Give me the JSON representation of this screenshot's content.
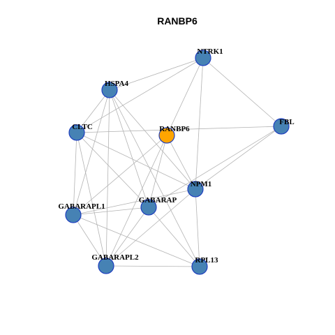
{
  "title": "RANBP6",
  "colors": {
    "node_default": "#4682b4",
    "node_focus": "#ffa500",
    "node_border": "#1f3fbf",
    "edge": "#b3b3b3"
  },
  "network": {
    "focus": "RANBP6",
    "nodes": [
      {
        "id": "NTRK1"
      },
      {
        "id": "HSPA4"
      },
      {
        "id": "CLTC"
      },
      {
        "id": "RANBP6"
      },
      {
        "id": "FBL"
      },
      {
        "id": "NPM1"
      },
      {
        "id": "GABARAP"
      },
      {
        "id": "GABARAPL1"
      },
      {
        "id": "GABARAPL2"
      },
      {
        "id": "RPL13"
      }
    ],
    "edges": [
      [
        "NTRK1",
        "HSPA4"
      ],
      [
        "NTRK1",
        "CLTC"
      ],
      [
        "NTRK1",
        "RANBP6"
      ],
      [
        "NTRK1",
        "FBL"
      ],
      [
        "NTRK1",
        "NPM1"
      ],
      [
        "HSPA4",
        "CLTC"
      ],
      [
        "HSPA4",
        "NPM1"
      ],
      [
        "HSPA4",
        "GABARAP"
      ],
      [
        "HSPA4",
        "GABARAPL1"
      ],
      [
        "HSPA4",
        "GABARAPL2"
      ],
      [
        "HSPA4",
        "RPL13"
      ],
      [
        "CLTC",
        "FBL"
      ],
      [
        "CLTC",
        "NPM1"
      ],
      [
        "CLTC",
        "GABARAP"
      ],
      [
        "CLTC",
        "GABARAPL1"
      ],
      [
        "CLTC",
        "GABARAPL2"
      ],
      [
        "RANBP6",
        "GABARAPL1"
      ],
      [
        "RANBP6",
        "GABARAP"
      ],
      [
        "RANBP6",
        "GABARAPL2"
      ],
      [
        "RANBP6",
        "NPM1"
      ],
      [
        "FBL",
        "NPM1"
      ],
      [
        "FBL",
        "GABARAP"
      ],
      [
        "NPM1",
        "GABARAPL1"
      ],
      [
        "NPM1",
        "GABARAPL2"
      ],
      [
        "NPM1",
        "RPL13"
      ],
      [
        "GABARAP",
        "GABARAPL1"
      ],
      [
        "GABARAP",
        "RPL13"
      ],
      [
        "GABARAPL1",
        "GABARAPL2"
      ],
      [
        "GABARAPL1",
        "RPL13"
      ],
      [
        "GABARAPL2",
        "RPL13"
      ],
      [
        "GABARAPL2",
        "GABARAP"
      ]
    ]
  }
}
